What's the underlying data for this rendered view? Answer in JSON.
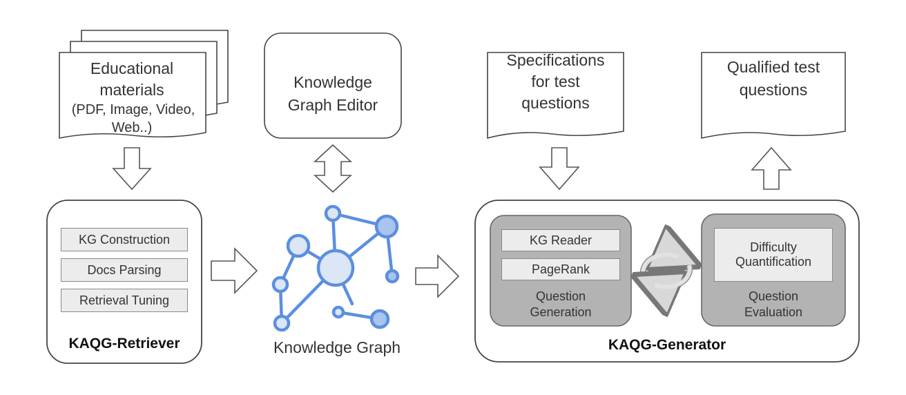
{
  "inputs": {
    "educational_materials": {
      "line1": "Educational",
      "line2": "materials",
      "line3": "(PDF, Image, Video,",
      "line4": "Web..)"
    },
    "kg_editor": {
      "line1": "Knowledge",
      "line2": "Graph Editor"
    },
    "specifications": {
      "line1": "Specifications",
      "line2": "for test",
      "line3": "questions"
    },
    "qualified": {
      "line1": "Qualified test",
      "line2": "questions"
    }
  },
  "retriever": {
    "title": "KAQG-Retriever",
    "items": [
      "KG Construction",
      "Docs Parsing",
      "Retrieval Tuning"
    ]
  },
  "knowledge_graph": {
    "label": "Knowledge Graph"
  },
  "generator": {
    "title": "KAQG-Generator",
    "question_generation": {
      "items": [
        "KG Reader",
        "PageRank"
      ],
      "line1": "Question",
      "line2": "Generation"
    },
    "question_evaluation": {
      "item_line1": "Difficulty",
      "item_line2": "Quantification",
      "line1": "Question",
      "line2": "Evaluation"
    }
  },
  "colors": {
    "node_fill": "#dbe6f6",
    "node_stroke": "#5b8fe0",
    "edge": "#5b8fe0",
    "module_fill": "#b3b3b3",
    "pill_fill": "#ececec"
  }
}
